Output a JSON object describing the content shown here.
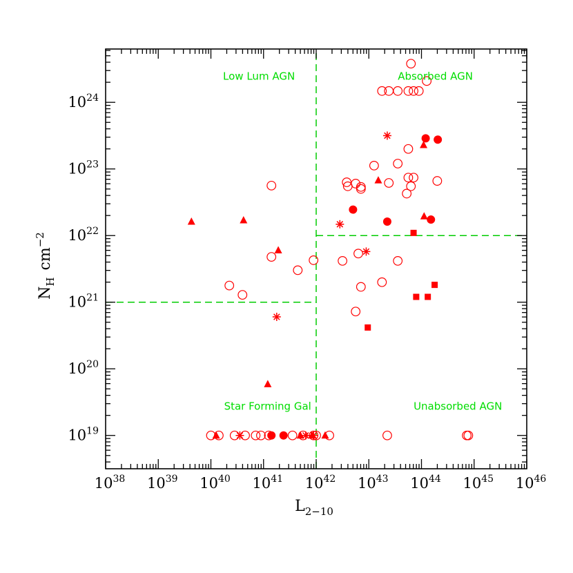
{
  "chart_data": {
    "type": "scatter",
    "x_axis": {
      "label_main": "L",
      "label_sub": "2−10",
      "log": true,
      "range_log10": [
        38,
        46
      ],
      "tick_exponents": [
        "38",
        "39",
        "40",
        "41",
        "42",
        "43",
        "44",
        "45",
        "46"
      ]
    },
    "y_axis": {
      "label_main": "N",
      "label_sub": "H",
      "label_unit": "cm",
      "label_unit_exp": "−2",
      "log": true,
      "range_log10": [
        18.5,
        24.8
      ],
      "tick_exponents": [
        "19",
        "20",
        "21",
        "22",
        "23",
        "24"
      ]
    },
    "tick_base": "10",
    "grid": false,
    "region_labels": [
      {
        "text": "Low Lum AGN",
        "lx": 40.23,
        "ly": 24.4
      },
      {
        "text": "Absorbed AGN",
        "lx": 43.55,
        "ly": 24.4
      },
      {
        "text": "Star Forming Gal",
        "lx": 40.25,
        "ly": 19.45
      },
      {
        "text": "Unabsorbed AGN",
        "lx": 43.85,
        "ly": 19.45
      }
    ],
    "divider_lines": [
      {
        "from": [
          42.0,
          18.5
        ],
        "to": [
          42.0,
          24.8
        ]
      },
      {
        "from": [
          38.0,
          21.0
        ],
        "to": [
          42.0,
          21.0
        ]
      },
      {
        "from": [
          42.0,
          22.0
        ],
        "to": [
          46.0,
          22.0
        ]
      }
    ],
    "colors": {
      "points": "#ff0000",
      "dividers": "#00cc00",
      "region_text": "#00dd00",
      "axes": "#000000"
    },
    "series": [
      {
        "marker": "open-circle",
        "points": [
          [
            43.8,
            24.58
          ],
          [
            44.1,
            24.32
          ],
          [
            43.25,
            24.17
          ],
          [
            43.38,
            24.17
          ],
          [
            43.55,
            24.17
          ],
          [
            43.75,
            24.17
          ],
          [
            43.85,
            24.17
          ],
          [
            43.95,
            24.17
          ],
          [
            43.75,
            23.3
          ],
          [
            43.55,
            23.08
          ],
          [
            43.75,
            22.87
          ],
          [
            43.1,
            23.05
          ],
          [
            43.85,
            22.87
          ],
          [
            44.3,
            22.82
          ],
          [
            43.38,
            22.79
          ],
          [
            43.8,
            22.74
          ],
          [
            43.72,
            22.63
          ],
          [
            42.58,
            22.8
          ],
          [
            42.75,
            22.78
          ],
          [
            42.85,
            22.73
          ],
          [
            42.6,
            22.74
          ],
          [
            42.85,
            22.7
          ],
          [
            41.15,
            22.75
          ],
          [
            42.5,
            21.62
          ],
          [
            42.8,
            21.73
          ],
          [
            41.65,
            21.48
          ],
          [
            41.95,
            21.63
          ],
          [
            40.35,
            21.25
          ],
          [
            40.6,
            21.11
          ],
          [
            41.15,
            21.68
          ],
          [
            42.85,
            21.23
          ],
          [
            42.75,
            20.86
          ],
          [
            43.55,
            21.62
          ],
          [
            43.25,
            21.3
          ],
          [
            40.0,
            19.0
          ],
          [
            40.15,
            19.0
          ],
          [
            40.45,
            19.0
          ],
          [
            40.65,
            19.0
          ],
          [
            40.85,
            19.0
          ],
          [
            40.95,
            19.0
          ],
          [
            41.1,
            19.0
          ],
          [
            41.55,
            19.0
          ],
          [
            41.75,
            19.0
          ],
          [
            41.95,
            19.0
          ],
          [
            42.0,
            19.0
          ],
          [
            42.25,
            19.0
          ],
          [
            43.35,
            19.0
          ],
          [
            44.86,
            19.0
          ],
          [
            44.89,
            19.0
          ]
        ]
      },
      {
        "marker": "filled-circle",
        "points": [
          [
            44.08,
            23.46
          ],
          [
            44.31,
            23.44
          ],
          [
            42.7,
            22.39
          ],
          [
            43.35,
            22.21
          ],
          [
            44.18,
            22.24
          ],
          [
            41.15,
            19.0
          ],
          [
            41.38,
            19.0
          ]
        ]
      },
      {
        "marker": "filled-triangle",
        "points": [
          [
            39.63,
            22.21
          ],
          [
            40.62,
            22.23
          ],
          [
            41.28,
            21.78
          ],
          [
            41.08,
            19.77
          ],
          [
            44.04,
            23.36
          ],
          [
            43.18,
            22.83
          ],
          [
            44.05,
            22.29
          ],
          [
            40.1,
            19.0
          ],
          [
            41.7,
            19.0
          ],
          [
            41.92,
            19.0
          ],
          [
            42.17,
            19.0
          ]
        ]
      },
      {
        "marker": "filled-square",
        "points": [
          [
            43.85,
            22.04
          ],
          [
            43.9,
            21.08
          ],
          [
            44.12,
            21.08
          ],
          [
            44.25,
            21.26
          ],
          [
            42.98,
            20.62
          ]
        ]
      },
      {
        "marker": "asterisk",
        "points": [
          [
            43.35,
            23.5
          ],
          [
            42.45,
            22.17
          ],
          [
            42.95,
            21.76
          ],
          [
            41.25,
            20.78
          ],
          [
            40.55,
            19.0
          ],
          [
            41.8,
            19.0
          ],
          [
            41.95,
            19.0
          ]
        ]
      }
    ]
  }
}
